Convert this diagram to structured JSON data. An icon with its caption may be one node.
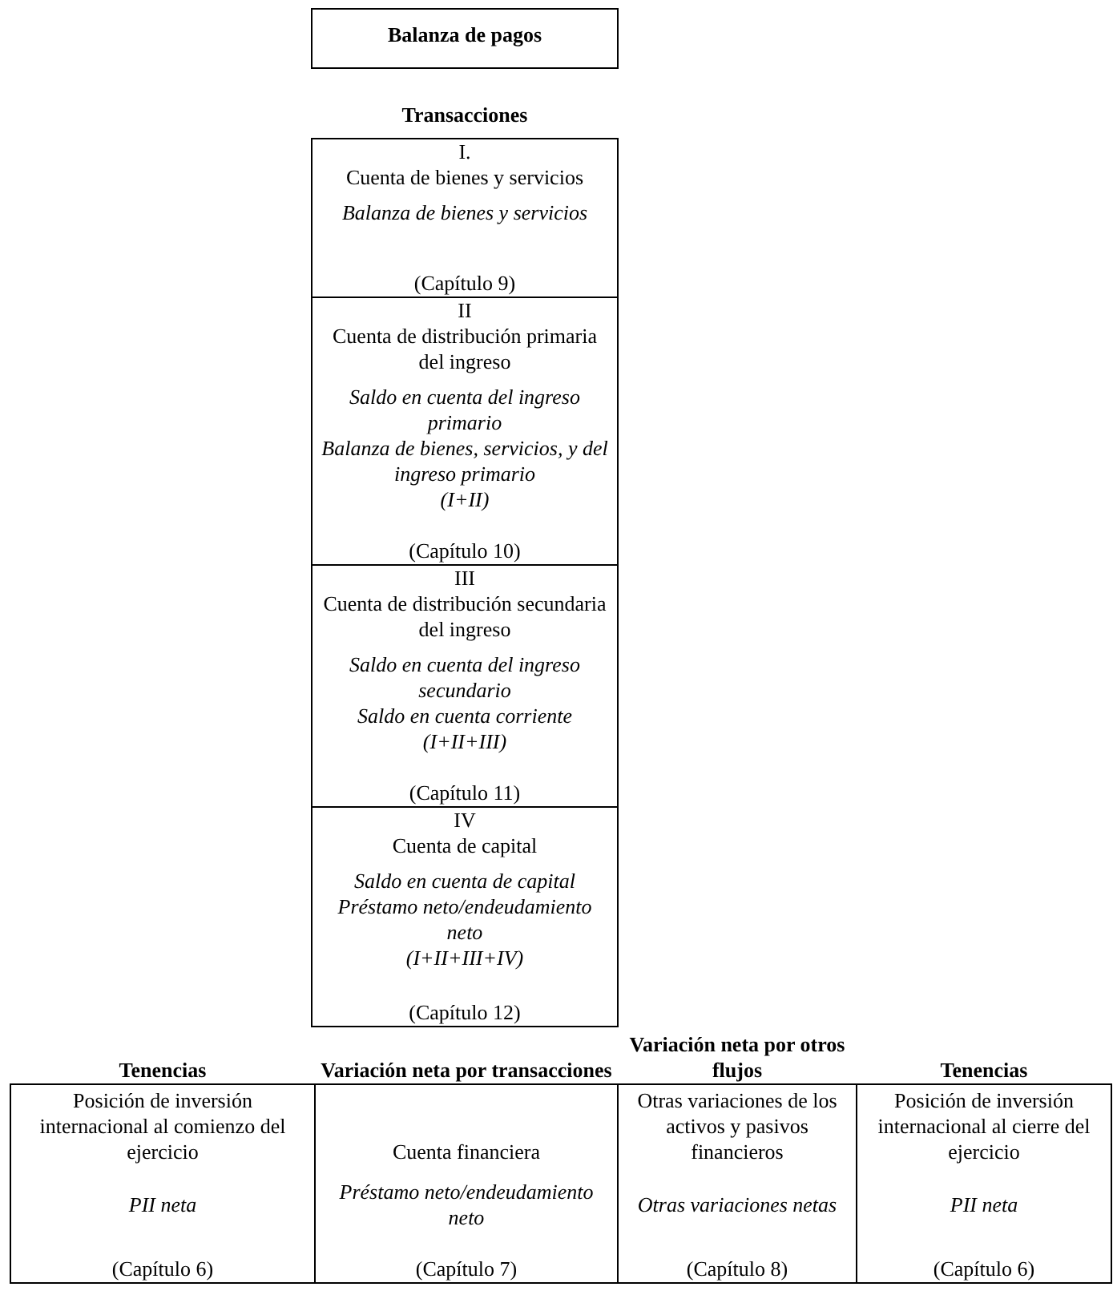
{
  "diagram": {
    "nodes": [
      {
        "text": [
          "Balanza de pagos"
        ]
      },
      {
        "text": [
          "I.",
          "Cuenta de bienes y servicios",
          "Balanza de bienes y servicios",
          "(Capítulo 9)"
        ]
      },
      {
        "text": [
          "II",
          "Cuenta de distribución primaria del ingreso",
          "Saldo en cuenta del ingreso primario",
          "Balanza de bienes, servicios, y del ingreso primario",
          "(I+II)",
          "(Capítulo 10)"
        ]
      },
      {
        "text": [
          "III",
          "Cuenta de distribución secundaria del ingreso",
          "Saldo en cuenta del ingreso secundario",
          "Saldo en cuenta corriente",
          "(I+II+III)",
          "(Capítulo 11)"
        ]
      },
      {
        "text": [
          "IV",
          "Cuenta de capital",
          "Saldo en cuenta de capital",
          "Préstamo neto/endeudamiento neto",
          "(I+II+III+IV)",
          "(Capítulo 12)"
        ]
      },
      {
        "text": [
          "Tenencias",
          "Posición de inversión internacional al comienzo del ejercicio",
          "PII neta",
          "(Capítulo 6)"
        ]
      },
      {
        "text": [
          "Variación neta por transacciones",
          "Cuenta financiera",
          "Préstamo neto/endeudamiento neto",
          "(Capítulo 7)"
        ]
      },
      {
        "text": [
          "Variación neta por otros flujos",
          "Otras variaciones de los activos y pasivos financieros",
          "Otras variaciones netas",
          "(Capítulo 8)"
        ]
      },
      {
        "text": [
          "Tenencias",
          "Posición de inversión internacional al cierre del ejercicio",
          "PII neta",
          "(Capítulo 6)"
        ]
      }
    ],
    "labels": [
      "Transacciones"
    ]
  }
}
